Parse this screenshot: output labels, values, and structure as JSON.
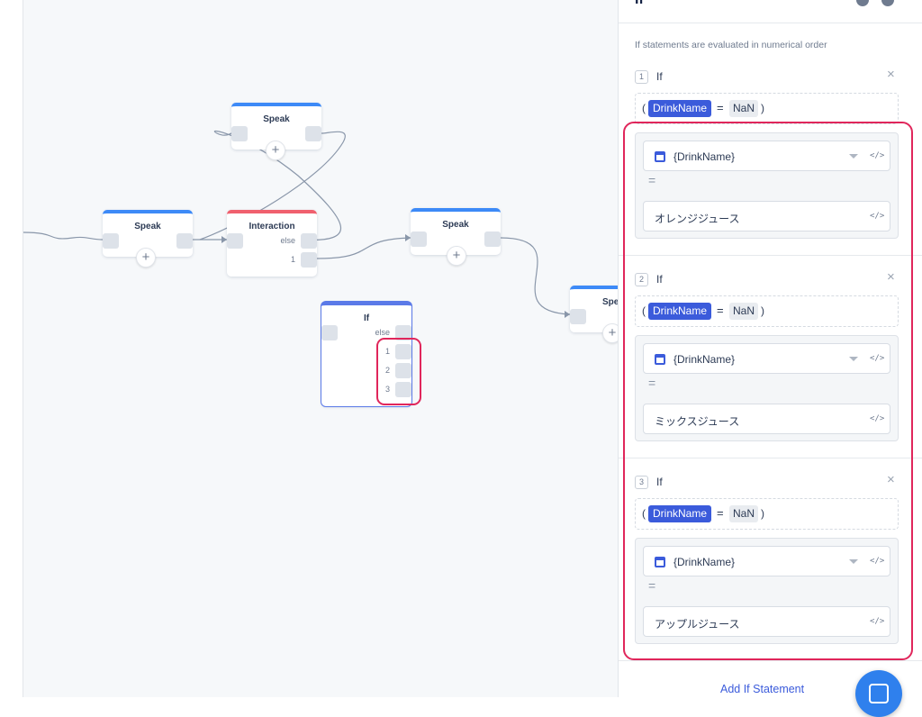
{
  "canvas": {
    "nodes": {
      "speak_top": {
        "title": "Speak"
      },
      "speak_left": {
        "title": "Speak"
      },
      "interaction": {
        "title": "Interaction",
        "ports": [
          "else",
          "1"
        ]
      },
      "speak_mid": {
        "title": "Speak"
      },
      "speak_right": {
        "title": "Spe"
      },
      "if_node": {
        "title": "If",
        "ports": [
          "else",
          "1",
          "2",
          "3"
        ]
      }
    },
    "add_symbol": "+"
  },
  "panel": {
    "title": "If",
    "hint": "If statements are evaluated in numerical order",
    "statements": [
      {
        "number": "1",
        "label": "If",
        "variable": "DrinkName",
        "operator": "=",
        "value_chip": "NaN",
        "field_variable": "{DrinkName}",
        "field_value": "オレンジジュース"
      },
      {
        "number": "2",
        "label": "If",
        "variable": "DrinkName",
        "operator": "=",
        "value_chip": "NaN",
        "field_variable": "{DrinkName}",
        "field_value": "ミックスジュース"
      },
      {
        "number": "3",
        "label": "If",
        "variable": "DrinkName",
        "operator": "=",
        "value_chip": "NaN",
        "field_variable": "{DrinkName}",
        "field_value": "アップルジュース"
      }
    ],
    "open_paren": "(",
    "close_paren": ")",
    "equals": "=",
    "code_symbol": "</>",
    "close_symbol": "×",
    "add_button": "Add If Statement"
  },
  "colors": {
    "accent": "#3b5bdb",
    "highlight": "#e0265b",
    "speak_bar": "#3d8af7",
    "interaction_bar": "#f0606e",
    "if_bar": "#5b7ae8"
  }
}
